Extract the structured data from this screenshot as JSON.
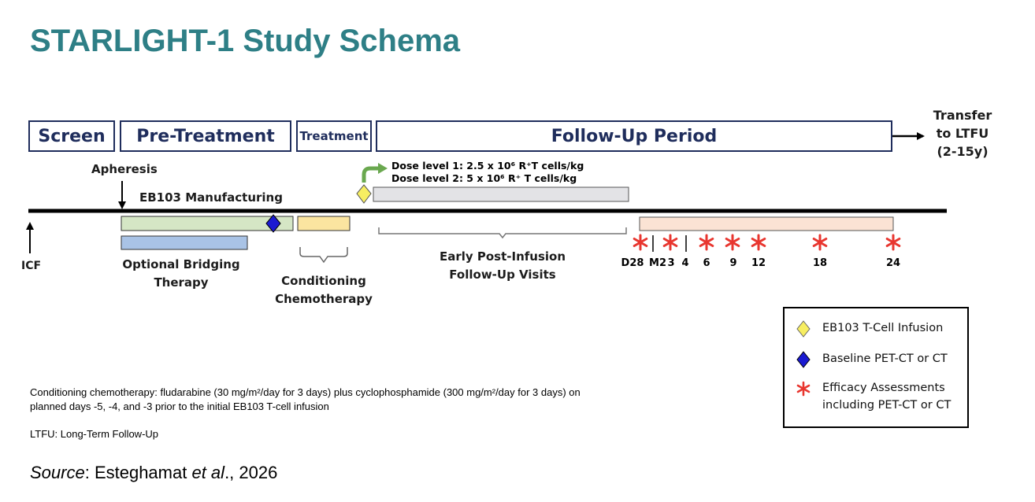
{
  "title": "STARLIGHT-1 Study Schema",
  "phases": {
    "screen": "Screen",
    "pre_treatment": "Pre-Treatment",
    "treatment": "Treatment",
    "follow_up": "Follow-Up Period"
  },
  "transfer": {
    "line1": "Transfer",
    "line2": "to LTFU",
    "line3": "(2-15y)"
  },
  "timeline_labels": {
    "apheresis": "Apheresis",
    "manufacturing": "EB103 Manufacturing",
    "icf": "ICF",
    "bridging_line1": "Optional Bridging",
    "bridging_line2": "Therapy",
    "conditioning_line1": "Conditioning",
    "conditioning_line2": "Chemotherapy",
    "early_line1": "Early Post-Infusion",
    "early_line2": "Follow-Up Visits"
  },
  "dose_levels": {
    "level1": "Dose level 1: 2.5 x 10⁶ R⁺T cells/kg",
    "level2": "Dose level 2: 5 x 10⁶ R⁺ T cells/kg"
  },
  "assessment_labels": [
    "D28",
    "M2",
    "3",
    "4",
    "6",
    "9",
    "12",
    "18",
    "24"
  ],
  "legend": {
    "infusion": "EB103 T-Cell Infusion",
    "baseline": "Baseline PET-CT or CT",
    "efficacy_line1": "Efficacy Assessments",
    "efficacy_line2": "including PET-CT or CT"
  },
  "notes": {
    "conditioning_line1": "Conditioning chemotherapy: fludarabine (30 mg/m²/day for 3 days) plus cyclophosphamide (300 mg/m²/day for 3 days) on",
    "conditioning_line2": "planned days -5, -4, and -3 prior to the initial EB103 T-cell infusion",
    "ltfu": "LTFU: Long-Term Follow-Up"
  },
  "source": {
    "label": "Source",
    "colon": ": Esteghamat ",
    "etal": "et al",
    "year": "., 2026"
  },
  "colors": {
    "title": "#2e7f86",
    "phase_border": "#1f2d5c",
    "manufacturing_bar": "#d5e6c5",
    "bridging_bar": "#a9c3e6",
    "conditioning_bar": "#fbe5a0",
    "dose_bar": "#e3e3e6",
    "followup_bar": "#fbe3d4",
    "asterisk": "#e8362f",
    "infusion_diamond": "#f7ee62",
    "baseline_diamond": "#1b1bd1"
  }
}
